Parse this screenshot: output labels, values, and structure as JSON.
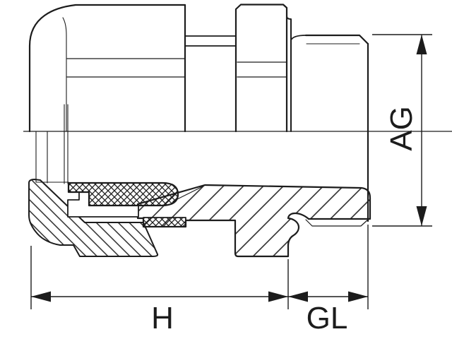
{
  "drawing": {
    "kind": "technical-sectional-drawing",
    "subject": "cable-gland-half-section",
    "background_color": "#ffffff",
    "line_color": "#1c1c1c",
    "dimension_labels": {
      "overall_height": "H",
      "thread_length": "GL",
      "thread_size": "AG"
    }
  }
}
